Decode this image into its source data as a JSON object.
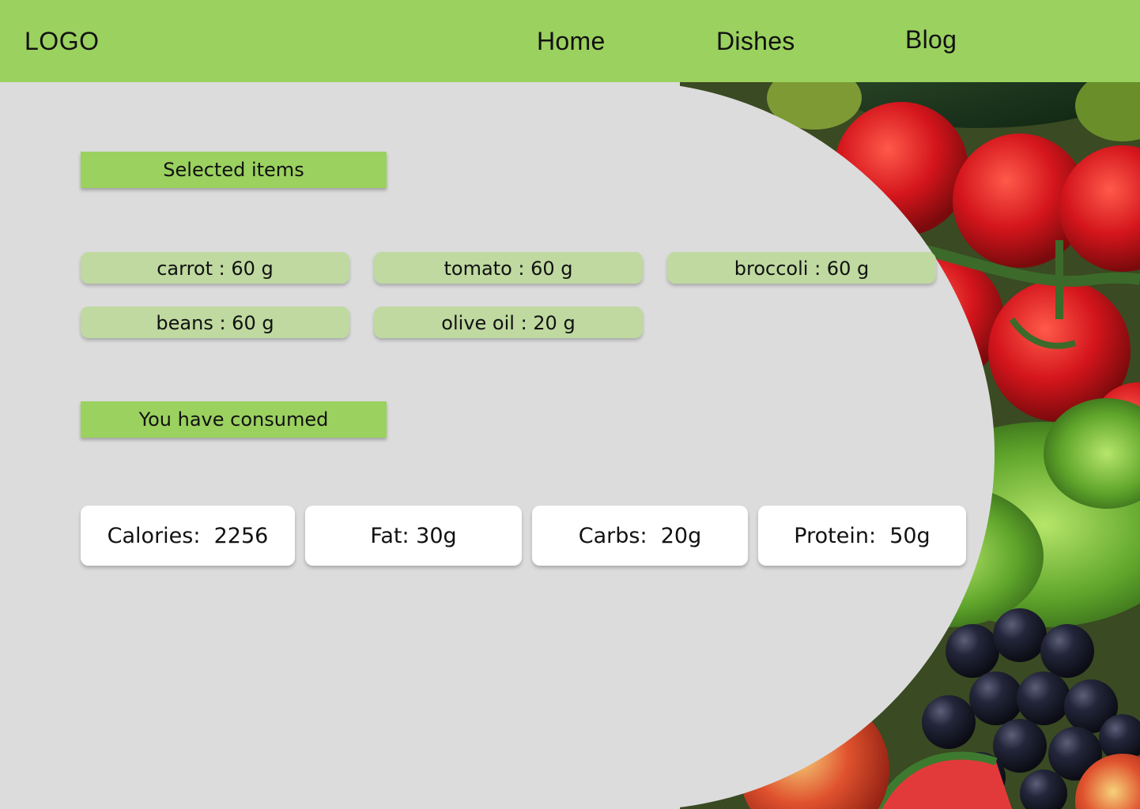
{
  "header": {
    "logo": "LOGO",
    "nav": {
      "home": "Home",
      "dishes": "Dishes",
      "blog": "Blog"
    }
  },
  "main": {
    "selected_title": "Selected items",
    "items": [
      {
        "label": "carrot : 60 g"
      },
      {
        "label": "tomato : 60 g"
      },
      {
        "label": "broccoli : 60 g"
      },
      {
        "label": "beans : 60 g"
      },
      {
        "label": "olive oil : 20 g"
      }
    ],
    "consumed_title": "You have consumed",
    "stats": [
      {
        "label": "Calories:  2256"
      },
      {
        "label": "Fat: 30g"
      },
      {
        "label": "Carbs:  20g"
      },
      {
        "label": "Protein:  50g"
      }
    ]
  },
  "colors": {
    "accent_green": "#9bd15f",
    "chip_green": "#bfd9a0",
    "panel_gray": "#dcdcdc",
    "card_white": "#ffffff"
  }
}
